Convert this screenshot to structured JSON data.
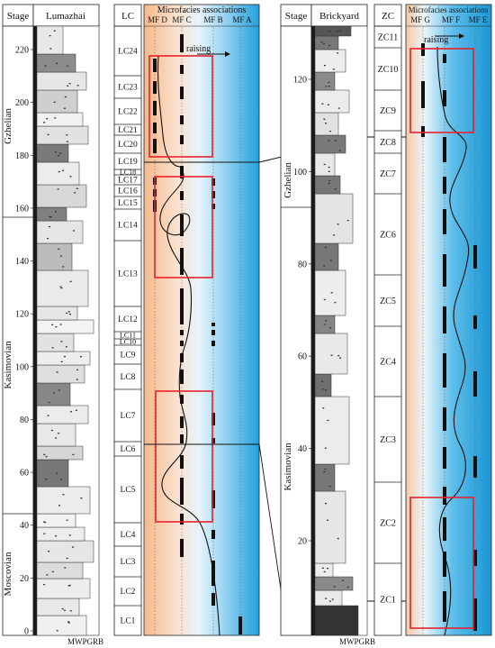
{
  "lumazhai": {
    "header_stage": "Stage",
    "header_section": "Lumazhai",
    "header_lc": "LC",
    "header_micro": "Microfacies associations",
    "mf_labels": [
      "MF D",
      "MF C",
      "MF B",
      "MF A"
    ],
    "raising": "raising",
    "stages": [
      "Gzhelian",
      "Kasimovian",
      "Moscovian"
    ],
    "depth_ticks": [
      "0",
      "20",
      "40",
      "60",
      "80",
      "100",
      "120",
      "140",
      "160",
      "180",
      "200",
      "220"
    ],
    "lc_units": [
      "LC1",
      "LC2",
      "LC3",
      "LC4",
      "LC5",
      "LC6",
      "LC7",
      "LC8",
      "LC9",
      "LC10",
      "LC11",
      "LC12",
      "LC13",
      "LC14",
      "LC15",
      "LC16",
      "LC17",
      "LC18",
      "LC19",
      "LC20",
      "LC21",
      "LC22",
      "LC23",
      "LC24"
    ],
    "texture_label": "MWPGRB"
  },
  "brickyard": {
    "header_stage": "Stage",
    "header_section": "Brickyard",
    "header_zc": "ZC",
    "header_micro": "Microfacies associations",
    "mf_labels": [
      "MF G",
      "MF F",
      "MF E"
    ],
    "raising": "raising",
    "stages": [
      "Gzhelian",
      "Kasimovian"
    ],
    "depth_ticks": [
      "20",
      "40",
      "60",
      "80",
      "100",
      "120"
    ],
    "zc_units": [
      "ZC1",
      "ZC2",
      "ZC3",
      "ZC4",
      "ZC5",
      "ZC6",
      "ZC7",
      "ZC8",
      "ZC9",
      "ZC10",
      "ZC11"
    ],
    "texture_label": "MWPGRB"
  },
  "colors": {
    "highlight_box": "#e8212b",
    "orange_band": "#f6c9a6",
    "blue_band": "#35a9df",
    "lithology_dark": "#7a7a7a",
    "lithology_light": "#ececec"
  }
}
